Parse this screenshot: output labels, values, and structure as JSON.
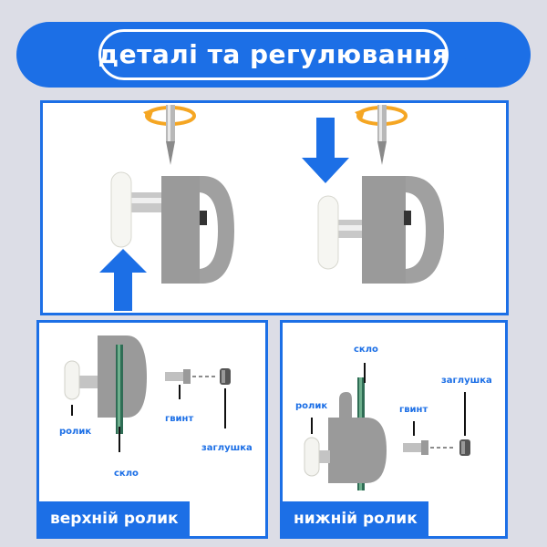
{
  "title": "деталі та регулювання",
  "colors": {
    "accent": "#1c6fe6",
    "background": "#dcdde6",
    "part_gray": "#9a9a9a",
    "roller_white": "#f6f6f2"
  },
  "panel_top": {
    "icons": [
      "rotate-arrow-icon",
      "screwdriver-icon",
      "arrow-up-icon",
      "arrow-down-icon"
    ]
  },
  "panel_left": {
    "caption": "верхній ролик",
    "labels": {
      "roller": "ролик",
      "glass": "скло",
      "screw": "гвинт",
      "plug": "заглушка"
    }
  },
  "panel_right": {
    "caption": "нижній ролик",
    "labels": {
      "roller": "ролик",
      "glass": "скло",
      "screw": "гвинт",
      "plug": "заглушка"
    }
  }
}
